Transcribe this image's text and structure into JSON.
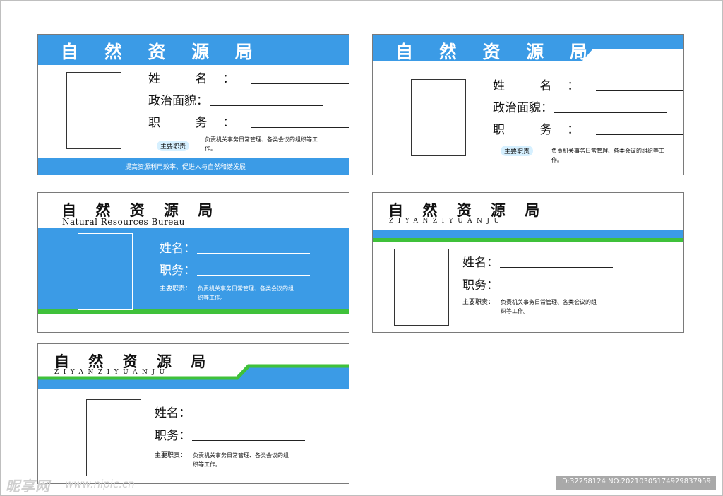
{
  "cards": {
    "c1": {
      "title": "自 然 资 源 局",
      "name_label": "姓 名：",
      "politics_label": "政治面貌：",
      "position_label": "职 务：",
      "duty_label": "主要职责",
      "duty_desc": "负责机关事务日常管理、各类会议的组织等工作。",
      "footer": "提高资源利用效率、促进人与自然和谐发展"
    },
    "c2": {
      "title": "自 然 资 源 局",
      "name_label": "姓 名：",
      "politics_label": "政治面貌：",
      "position_label": "职 务：",
      "duty_label": "主要职责",
      "duty_desc": "负责机关事务日常管理、各类会议的组织等工作。"
    },
    "c3": {
      "title": "自 然 资 源 局",
      "subtitle": "Natural Resources Bureau",
      "name_label": "姓名：",
      "position_label": "职务：",
      "duty_label": "主要职责：",
      "duty_desc_1": "负责机关事务日常管理、各类会议的组",
      "duty_desc_2": "织等工作。"
    },
    "c4": {
      "title": "自 然 资 源 局",
      "pinyin": "ZIYANZIYUANJU",
      "name_label": "姓名：",
      "position_label": "职务：",
      "duty_label": "主要职责：",
      "duty_desc_1": "负责机关事务日常管理、各类会议的组",
      "duty_desc_2": "织等工作。"
    },
    "c5": {
      "title": "自 然 资 源 局",
      "pinyin": "ZIYANZIYUANJU",
      "name_label": "姓名：",
      "position_label": "职务：",
      "duty_label": "主要职责：",
      "duty_desc_1": "负责机关事务日常管理、各类会议的组",
      "duty_desc_2": "织等工作。"
    }
  },
  "watermark": {
    "logo": "昵享网",
    "url": "www.nipic.cn",
    "id_text": "ID:32258124 NO:20210305174929837959"
  },
  "colors": {
    "blue": "#3b9be6",
    "green": "#3fc13a",
    "pill": "#d6f0ff"
  }
}
